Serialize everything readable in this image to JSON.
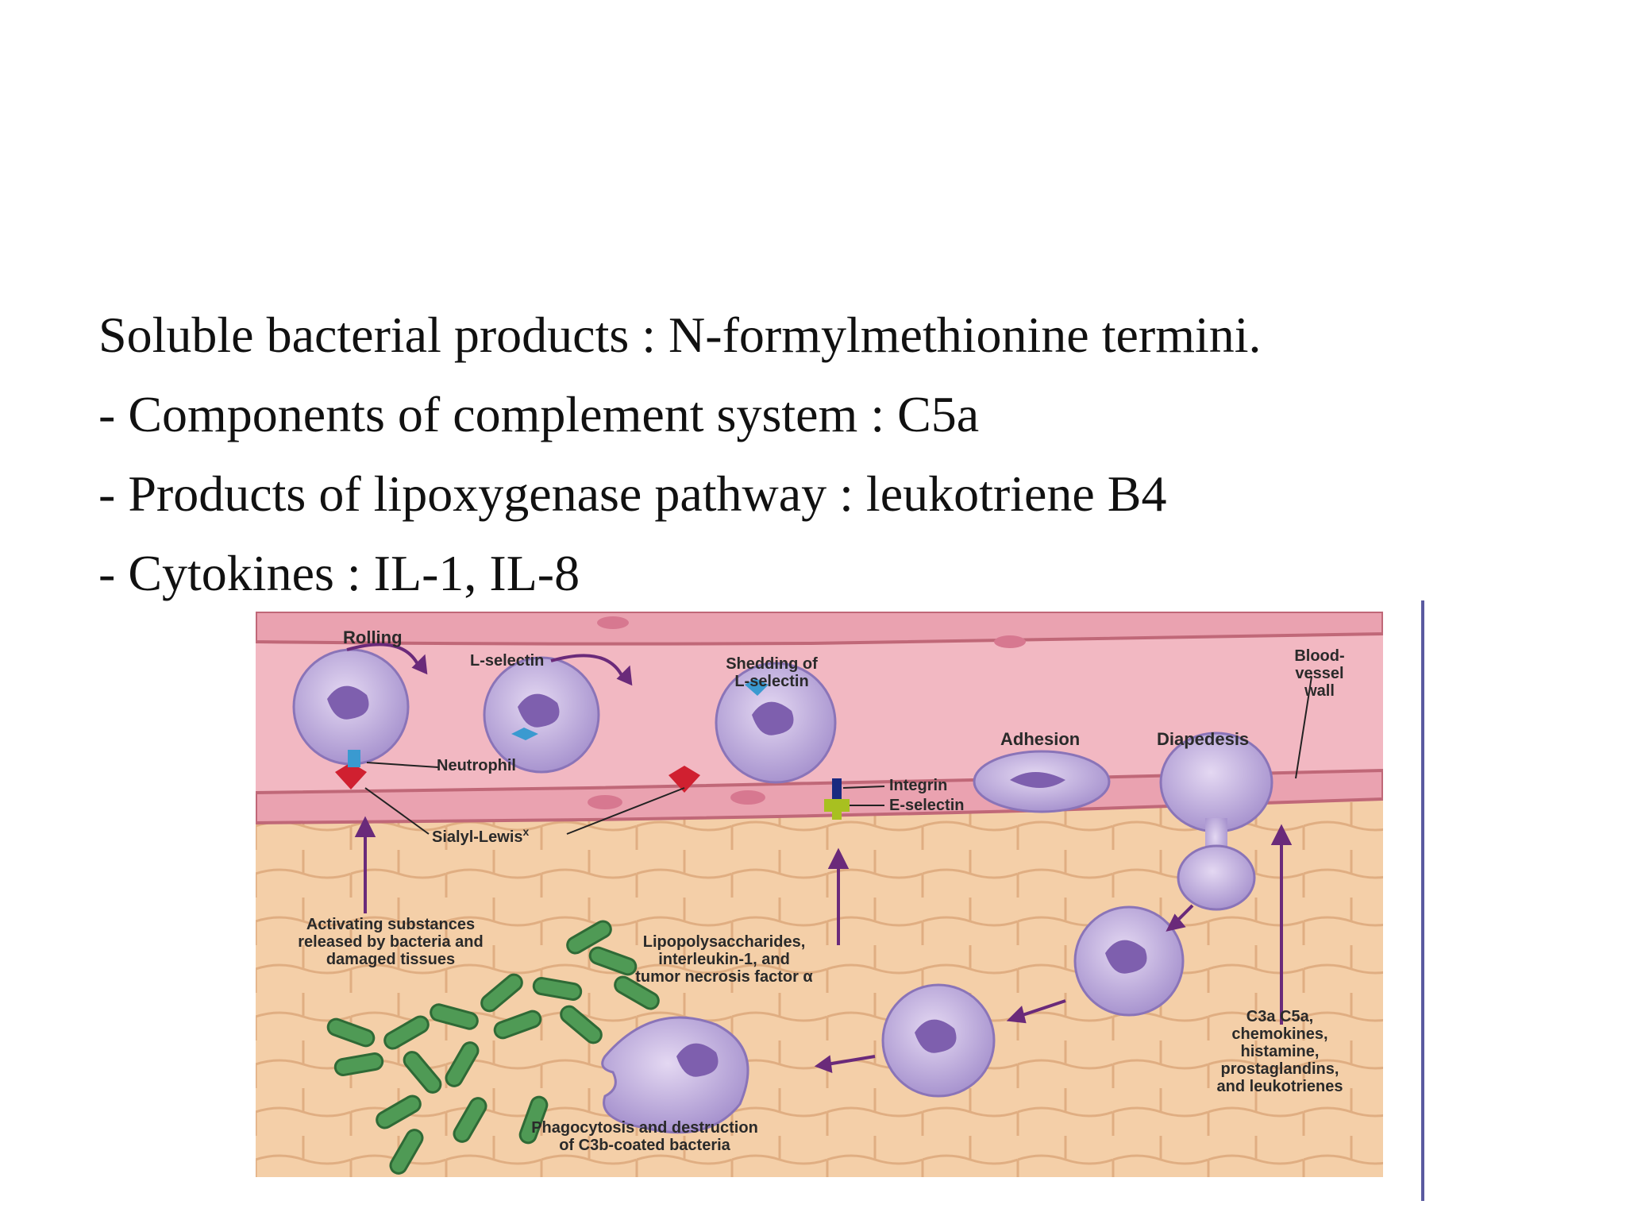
{
  "bullets": [
    "Soluble bacterial products : N-formylmethionine termini.",
    "- Components of complement system : C5a",
    "- Products of lipoxygenase pathway : leukotriene B4",
    "- Cytokines : IL-1, IL-8"
  ],
  "diagram": {
    "rolling": "Rolling",
    "l_selectin": "L-selectin",
    "shedding_1": "Shedding of",
    "shedding_2": "L-selectin",
    "blood_1": "Blood-",
    "blood_2": "vessel",
    "blood_3": "wall",
    "adhesion": "Adhesion",
    "diapedesis": "Diapedesis",
    "neutrophil": "Neutrophil",
    "integrin": "Integrin",
    "e_selectin": "E-selectin",
    "sialyl": "Sialyl-Lewis",
    "sialyl_sup": "x",
    "act_1": "Activating substances",
    "act_2": "released by bacteria and",
    "act_3": "damaged tissues",
    "lps_1": "Lipopolysaccharides,",
    "lps_2": "interleukin-1, and",
    "lps_3": "tumor necrosis factor α",
    "c3a_1": "C3a  C5a,",
    "c3a_2": "chemokines,",
    "c3a_3": "histamine,",
    "c3a_4": "prostaglandins,",
    "c3a_5": "and leukotrienes",
    "phago_1": "Phagocytosis and destruction",
    "phago_2": "of C3b-coated bacteria"
  }
}
